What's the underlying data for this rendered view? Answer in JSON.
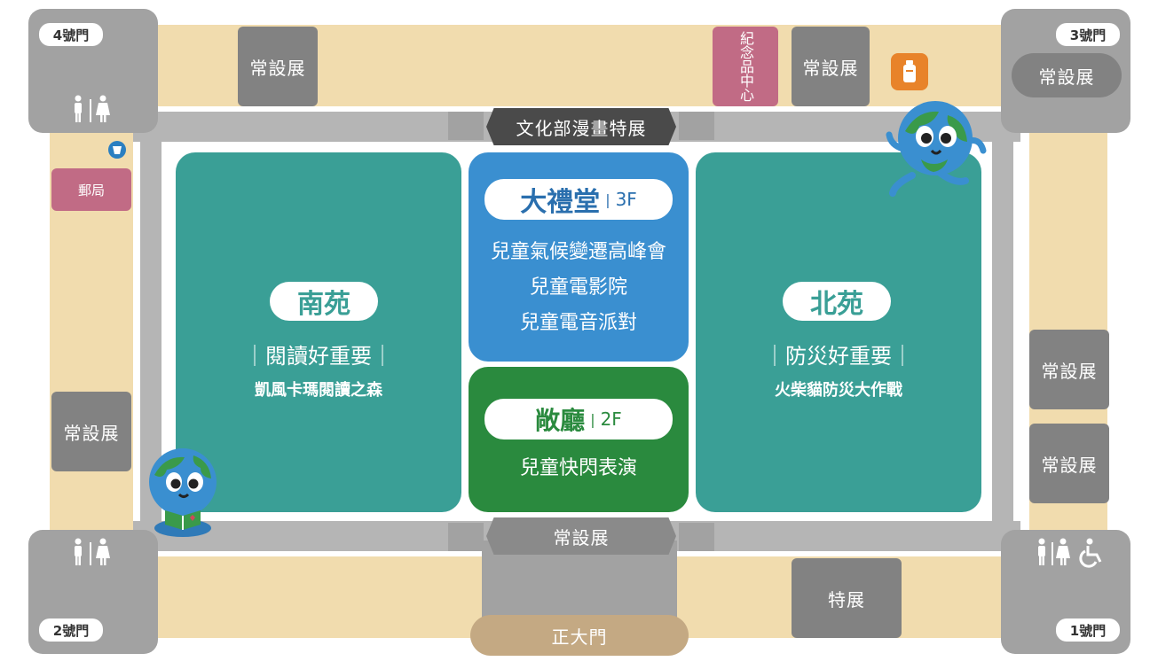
{
  "gates": {
    "gate1": "1號門",
    "gate2": "2號門",
    "gate3": "3號門",
    "gate4": "4號門"
  },
  "exhibits": {
    "permanent": "常設展",
    "special": "特展",
    "souvenir": "紀念品中心",
    "post_office": "郵局",
    "comic_exhibit": "文化部漫畫特展",
    "bottom_corridor": "常設展",
    "main_gate": "正大門"
  },
  "south_garden": {
    "title": "南苑",
    "subtitle": "｜閱讀好重要｜",
    "activity": "凱風卡瑪閱讀之森"
  },
  "north_garden": {
    "title": "北苑",
    "subtitle": "｜防災好重要｜",
    "activity": "火柴貓防災大作戰"
  },
  "auditorium": {
    "title": "大禮堂",
    "floor": "3F",
    "events": [
      "兒童氣候變遷高峰會",
      "兒童電影院",
      "兒童電音派對"
    ]
  },
  "hall_2f": {
    "title": "敞廳",
    "floor": "2F",
    "events": [
      "兒童快閃表演"
    ]
  },
  "colors": {
    "teal": "#3a9f96",
    "blue": "#3a8fd0",
    "green": "#2a8a3e",
    "sand": "#f1dcae",
    "gray": "#828282",
    "pink": "#c16b85",
    "orange": "#e8832a"
  },
  "icons": [
    "restroom-icon",
    "accessible-icon",
    "nursing-room-icon",
    "baby-care-icon",
    "earth-mascot-running",
    "earth-mascot-reading"
  ]
}
